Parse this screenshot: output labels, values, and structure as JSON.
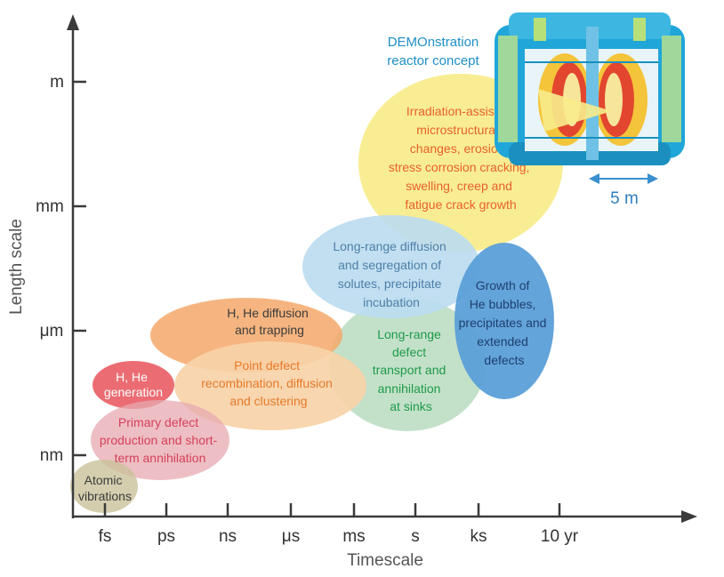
{
  "axes": {
    "x_title": "Timescale",
    "y_title": "Length scale",
    "x_ticks": [
      "fs",
      "ps",
      "ns",
      "μs",
      "ms",
      "s",
      "ks",
      "10 yr"
    ],
    "y_ticks": [
      "m",
      "mm",
      "μm",
      "nm"
    ]
  },
  "reactor": {
    "label_line1": "DEMOnstration",
    "label_line2": "reactor concept",
    "scale_label": "5 m"
  },
  "regions": [
    {
      "id": "atomic-vibrations",
      "color": "#c9c29a",
      "lines": [
        "Atomic",
        "vibrations"
      ]
    },
    {
      "id": "primary-defect",
      "color": "#e7a9b0",
      "lines": [
        "Primary defect",
        "production and short-",
        "term annihilation"
      ]
    },
    {
      "id": "h-he-generation",
      "color": "#e8545a",
      "lines": [
        "H, He",
        "generation"
      ]
    },
    {
      "id": "h-he-diffusion",
      "color": "#f4a86a",
      "lines": [
        "H, He diffusion",
        "and trapping"
      ]
    },
    {
      "id": "point-defect",
      "color": "#f7d3a8",
      "lines": [
        "Point defect",
        "recombination, diffusion",
        "and clustering"
      ]
    },
    {
      "id": "long-range-defect",
      "color": "#b8dcc0",
      "lines": [
        "Long-range",
        "defect",
        "transport and",
        "annihilation",
        "at sinks"
      ]
    },
    {
      "id": "long-range-diffusion",
      "color": "#bcdcf0",
      "lines": [
        "Long-range diffusion",
        "and segregation of",
        "solutes, precipitate",
        "incubation"
      ]
    },
    {
      "id": "irradiation-assisted",
      "color": "#f8ec8c",
      "lines": [
        "Irradiation-assisted",
        "microstructural,",
        "changes, erosion,",
        "stress corrosion cracking,",
        "swelling, creep and",
        "fatigue crack  growth"
      ]
    },
    {
      "id": "he-bubbles",
      "color": "#5b9fd8",
      "lines": [
        "Growth of",
        "He bubbles,",
        "precipitates and",
        "extended",
        "defects"
      ]
    }
  ],
  "colors": {
    "axis": "#3a3a3a",
    "reactor_label": "#1e8fc6",
    "scale_arrow": "#3a8fcf",
    "text_red": "#e84a3c",
    "text_orange": "#e57a2a",
    "text_blue_gray": "#4e7fa8",
    "text_green": "#1f9a4a",
    "text_dark_blue": "#1f4f8a",
    "text_dark": "#3b3b3b"
  }
}
